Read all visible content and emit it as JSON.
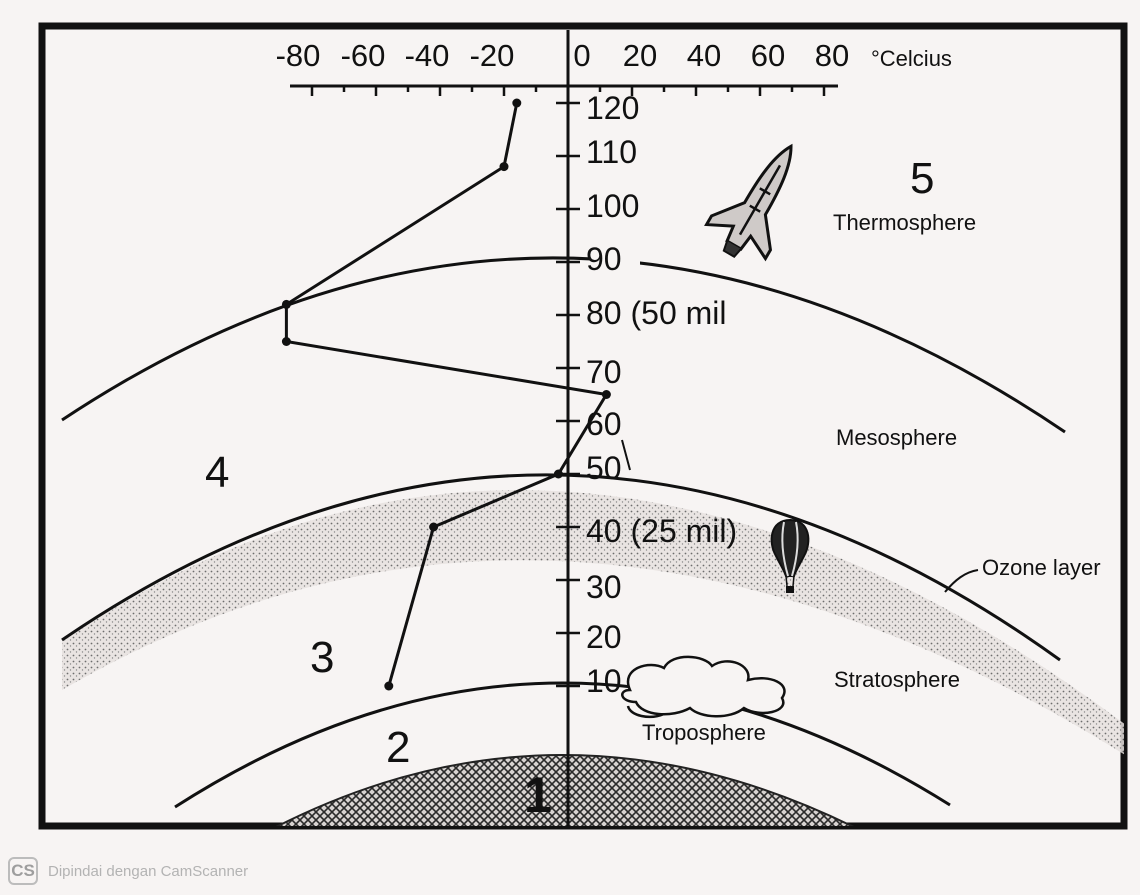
{
  "temperature_axis": {
    "ticks": [
      "-80",
      "-60",
      "-40",
      "-20",
      "0",
      "20",
      "40",
      "60",
      "80"
    ],
    "unit": "°Celcius"
  },
  "altitude_axis": {
    "ticks": [
      "120",
      "110",
      "100",
      "90",
      "80 (50 mil",
      "70",
      "60",
      "50",
      "40 (25 mil)",
      "30",
      "20",
      "10"
    ]
  },
  "layers": {
    "thermosphere": "Thermosphere",
    "mesosphere": "Mesosphere",
    "ozone": "Ozone layer",
    "stratosphere": "Stratosphere",
    "troposphere": "Troposphere"
  },
  "region_numbers": {
    "one": "1",
    "two": "2",
    "three": "3",
    "four": "4",
    "five": "5"
  },
  "temperature_profile": [
    {
      "altitude": 10,
      "temp": -56
    },
    {
      "altitude": 40,
      "temp": -42
    },
    {
      "altitude": 50,
      "temp": -3
    },
    {
      "altitude": 65,
      "temp": 12
    },
    {
      "altitude": 75,
      "temp": -88
    },
    {
      "altitude": 82,
      "temp": -88
    },
    {
      "altitude": 108,
      "temp": -20
    },
    {
      "altitude": 120,
      "temp": -16
    }
  ],
  "footer": {
    "logo": "CS",
    "text": "Dipindai dengan CamScanner"
  }
}
